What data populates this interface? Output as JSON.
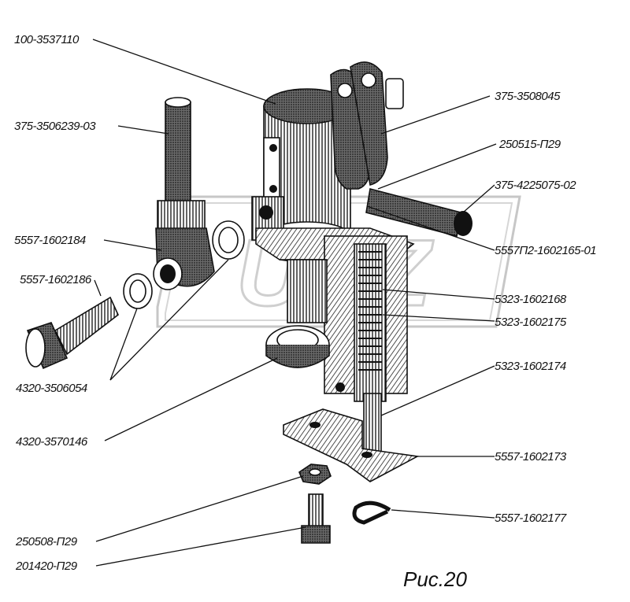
{
  "figure": {
    "caption": "Рис.20",
    "watermark_text": "UAZ"
  },
  "callouts": [
    {
      "id": "c1",
      "part_number": "100-3537110"
    },
    {
      "id": "c2",
      "part_number": "375-3506239-03"
    },
    {
      "id": "c3",
      "part_number": "5557-1602184"
    },
    {
      "id": "c4",
      "part_number": "5557-1602186"
    },
    {
      "id": "c5",
      "part_number": "4320-3506054"
    },
    {
      "id": "c6",
      "part_number": "4320-3570146"
    },
    {
      "id": "c7",
      "part_number": "250508-П29"
    },
    {
      "id": "c8",
      "part_number": "201420-П29"
    },
    {
      "id": "c9",
      "part_number": "375-3508045"
    },
    {
      "id": "c10",
      "part_number": "250515-П29"
    },
    {
      "id": "c11",
      "part_number": "375-4225075-02"
    },
    {
      "id": "c12",
      "part_number": "5557П2-1602165-01"
    },
    {
      "id": "c13",
      "part_number": "5323-1602168"
    },
    {
      "id": "c14",
      "part_number": "5323-1602175"
    },
    {
      "id": "c15",
      "part_number": "5323-1602174"
    },
    {
      "id": "c16",
      "part_number": "5557-1602173"
    },
    {
      "id": "c17",
      "part_number": "5557-1602177"
    }
  ]
}
